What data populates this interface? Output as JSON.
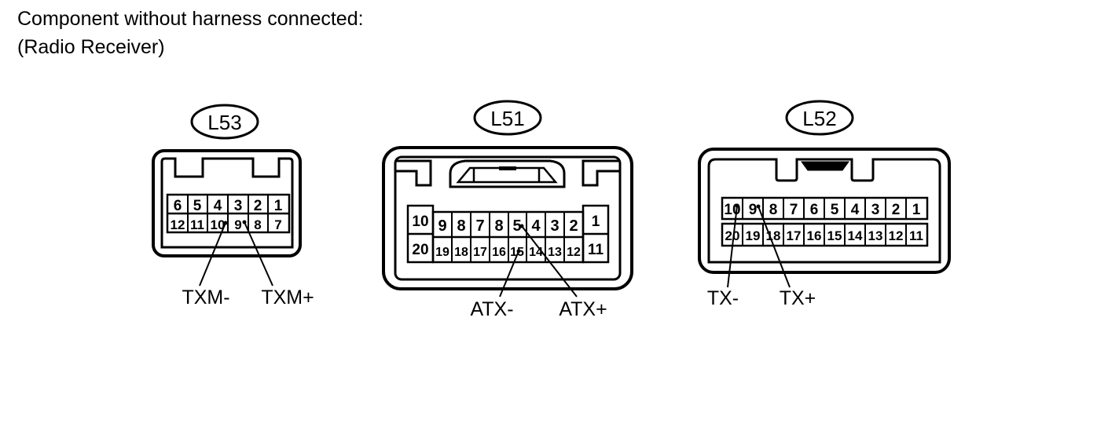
{
  "header": {
    "line1": "Component without harness connected:",
    "line2": "(Radio Receiver)"
  },
  "connectors": [
    {
      "id": "L53",
      "top_row": [
        "6",
        "5",
        "4",
        "3",
        "2",
        "1"
      ],
      "bottom_row": [
        "12",
        "11",
        "10",
        "9",
        "8",
        "7"
      ],
      "labels": [
        "TXM-",
        "TXM+"
      ]
    },
    {
      "id": "L51",
      "left_top": "10",
      "left_bottom": "20",
      "top_row": [
        "9",
        "8",
        "7",
        "8",
        "5",
        "4",
        "3",
        "2"
      ],
      "bottom_row": [
        "19",
        "18",
        "17",
        "16",
        "15",
        "14",
        "13",
        "12"
      ],
      "right_top": "1",
      "right_bottom": "11",
      "labels": [
        "ATX-",
        "ATX+"
      ]
    },
    {
      "id": "L52",
      "top_row": [
        "10",
        "9",
        "8",
        "7",
        "6",
        "5",
        "4",
        "3",
        "2",
        "1"
      ],
      "bottom_row": [
        "20",
        "19",
        "18",
        "17",
        "16",
        "15",
        "14",
        "13",
        "12",
        "11"
      ],
      "labels": [
        "TX-",
        "TX+"
      ]
    }
  ]
}
